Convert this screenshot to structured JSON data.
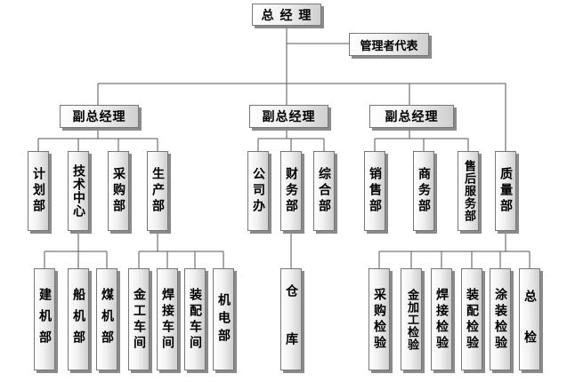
{
  "org": {
    "ceo": "总 经 理",
    "rep": "管理者代表",
    "vp1": "副总经理",
    "vp2": "副总经理",
    "vp3": "副总经理",
    "plan": "计划部",
    "tech": "技术中心",
    "purchase": "采购部",
    "production": "生产部",
    "office": "公司办",
    "finance": "财务部",
    "general": "综合部",
    "sales": "销售部",
    "business": "商务部",
    "aftersales": "售后服务部",
    "quality": "质量部",
    "build": "建机部",
    "ship": "船机部",
    "coal": "煤机部",
    "metal": "金工车间",
    "weld": "焊接车间",
    "assembly": "装配车间",
    "mech": "机电部",
    "warehouse": "仓 库",
    "qc_purchase": "采购检验",
    "qc_metal": "金加工检验",
    "qc_weld": "焊接检验",
    "qc_assembly": "装配检验",
    "qc_paint": "涂装检验",
    "qc_final": "总 检"
  }
}
